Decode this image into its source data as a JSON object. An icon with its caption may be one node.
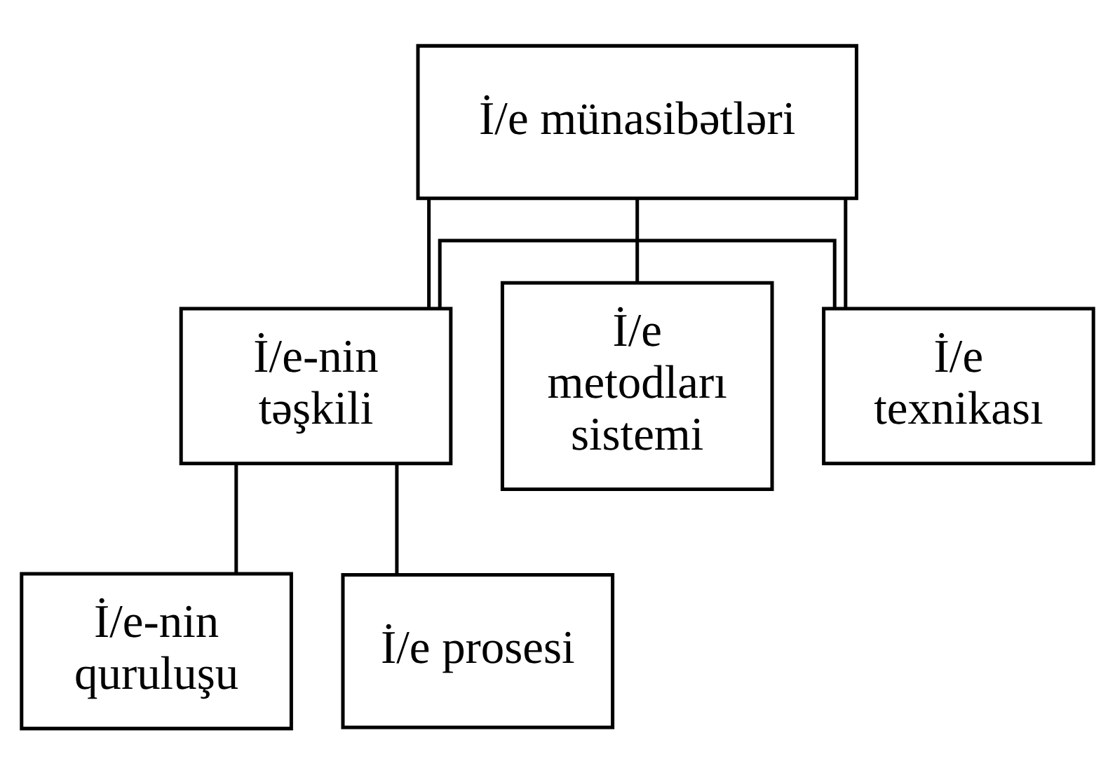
{
  "diagram": {
    "nodes": [
      {
        "text": [
          "İ/e münasibətləri"
        ]
      },
      {
        "text": [
          "İ/e-nin təşkili"
        ]
      },
      {
        "text": [
          "İ/e metodları sistemi"
        ]
      },
      {
        "text": [
          "İ/e texnikası"
        ]
      },
      {
        "text": [
          "İ/e-nin quruluşu"
        ]
      },
      {
        "text": [
          "İ/e prosesi"
        ]
      }
    ],
    "edges": [
      {
        "from": 0,
        "to": 1,
        "arrow": "none"
      },
      {
        "from": 0,
        "to": 2,
        "arrow": "none"
      },
      {
        "from": 0,
        "to": 3,
        "arrow": "none"
      },
      {
        "from": 1,
        "to": 4,
        "arrow": "none"
      },
      {
        "from": 1,
        "to": 5,
        "arrow": "none"
      },
      {
        "from": 3,
        "to": 1,
        "arrow": "none"
      }
    ]
  }
}
